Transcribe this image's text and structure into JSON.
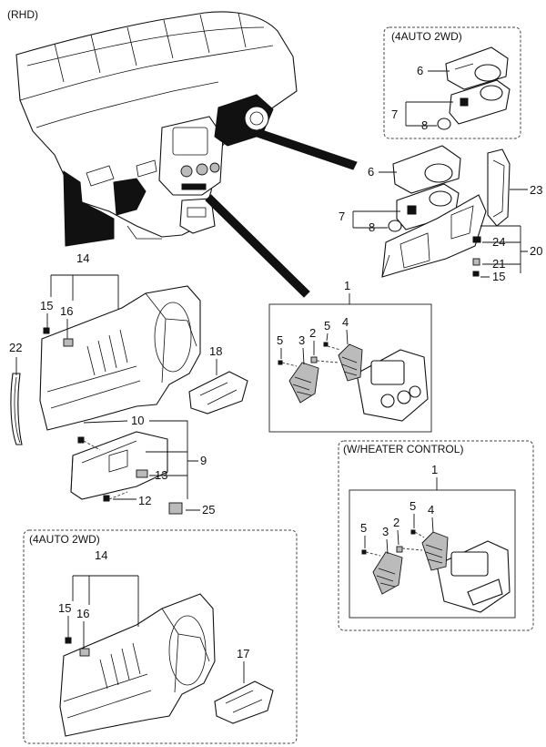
{
  "captions": {
    "main": "(RHD)",
    "variant_4auto_top": "(4AUTO 2WD)",
    "variant_heater": "(W/HEATER CONTROL)",
    "variant_4auto_bottom": "(4AUTO 2WD)"
  },
  "callouts": {
    "main": [
      "14",
      "15",
      "16",
      "22",
      "18",
      "10",
      "9",
      "13",
      "12",
      "25",
      "1",
      "5",
      "3",
      "2",
      "5",
      "4",
      "6",
      "7",
      "8",
      "23",
      "24",
      "20",
      "21",
      "15"
    ],
    "auto_top": [
      "6",
      "7",
      "8"
    ],
    "heater": [
      "1",
      "5",
      "2",
      "4",
      "5",
      "3"
    ],
    "auto_bottom": [
      "14",
      "15",
      "16",
      "17"
    ]
  }
}
